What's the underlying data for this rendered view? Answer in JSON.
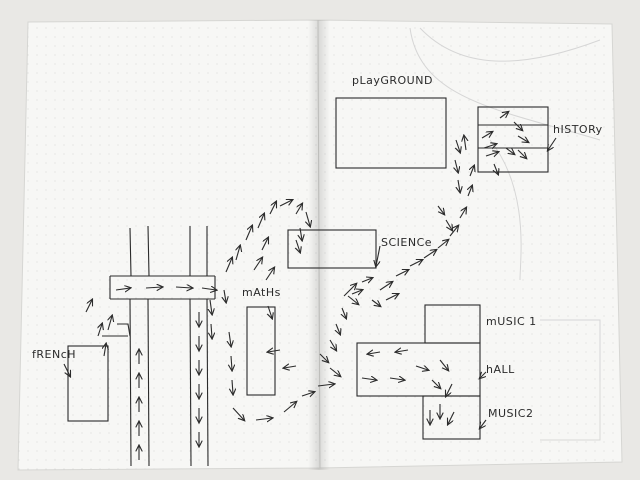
{
  "labels": {
    "playground": "pLayGROUND",
    "history": "hISTORy",
    "science": "SCIENCe",
    "maths": "mAtHs",
    "music1": "mUSIC 1",
    "hall": "hALL",
    "music2": "MUSIC2",
    "french": "fRENcH"
  },
  "colors": {
    "paper": "#f7f7f5",
    "ink": "#2b2b2b",
    "background": "#e9e8e5"
  }
}
